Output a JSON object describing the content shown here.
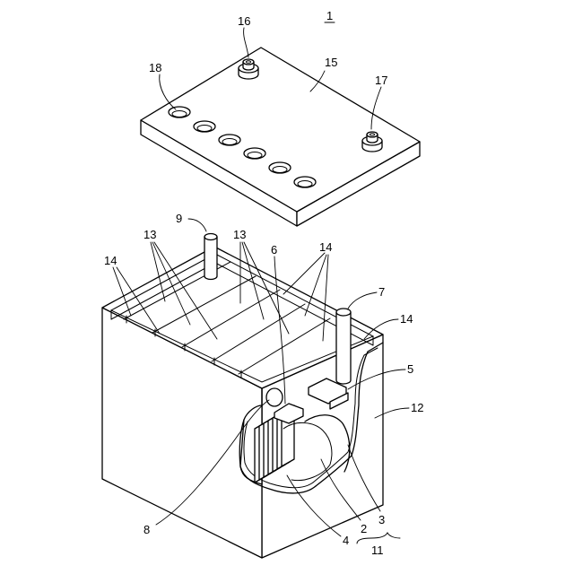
{
  "figure": {
    "label": "1",
    "refs": {
      "r2": "2",
      "r3": "3",
      "r4": "4",
      "r5": "5",
      "r6": "6",
      "r7": "7",
      "r8": "8",
      "r9": "9",
      "r11": "11",
      "r12": "12",
      "r13a": "13",
      "r13b": "13",
      "r14a": "14",
      "r14b": "14",
      "r14c": "14",
      "r15": "15",
      "r16": "16",
      "r17": "17",
      "r18": "18"
    }
  }
}
